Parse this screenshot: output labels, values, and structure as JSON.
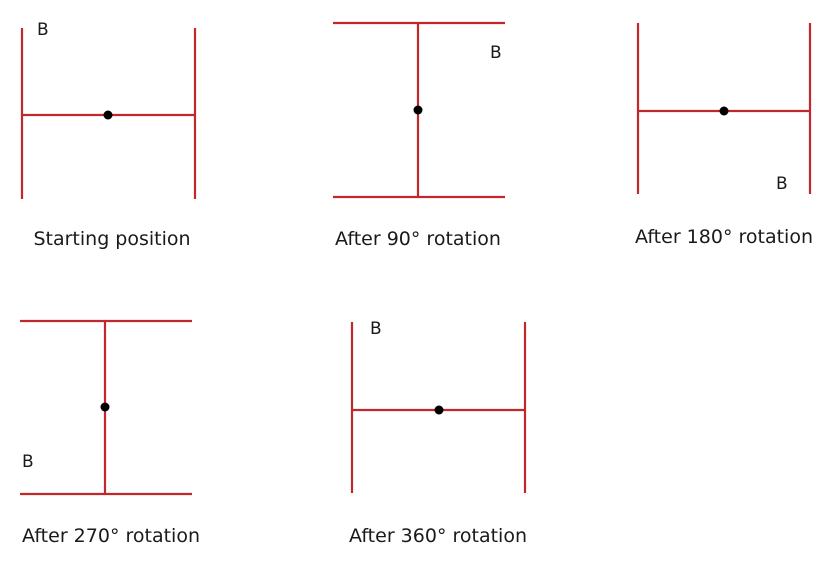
{
  "colors": {
    "line": "#c0282b",
    "pivot": "#000000",
    "text": "#1a1a1a"
  },
  "figures": [
    {
      "caption": "Starting position",
      "rotation_deg": 0,
      "marker": "B"
    },
    {
      "caption": "After 90° rotation",
      "rotation_deg": 90,
      "marker": "B"
    },
    {
      "caption": "After 180° rotation",
      "rotation_deg": 180,
      "marker": "B"
    },
    {
      "caption": "After 270° rotation",
      "rotation_deg": 270,
      "marker": "B"
    },
    {
      "caption": "After 360° rotation",
      "rotation_deg": 360,
      "marker": "B"
    }
  ]
}
